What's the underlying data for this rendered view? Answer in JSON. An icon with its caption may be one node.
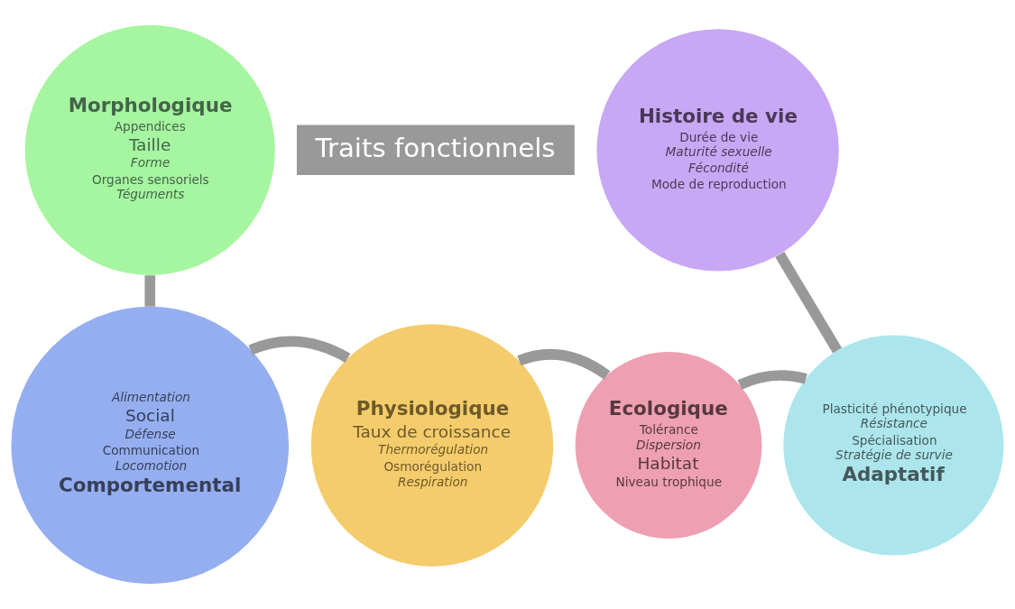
{
  "diagram": {
    "nodes": [
      {
        "text": [
          "Traits fonctionnels"
        ]
      },
      {
        "text": [
          "Morphologique",
          "Appendices",
          "Taille",
          "Forme",
          "Organes sensoriels",
          "Téguments"
        ]
      },
      {
        "text": [
          "Histoire de vie",
          "Durée de vie",
          "Maturité sexuelle",
          "Fécondité",
          "Mode de reproduction"
        ]
      },
      {
        "text": [
          "Physiologique",
          "Taux de croissance",
          "Thermorégulation",
          "Osmorégulation",
          "Respiration"
        ]
      },
      {
        "text": [
          "Alimentation",
          "Social",
          "Défense",
          "Communication",
          "Locomotion",
          "Comportemental"
        ]
      },
      {
        "text": [
          "Ecologique",
          "Tolérance",
          "Dispersion",
          "Habitat",
          "Niveau trophique"
        ]
      },
      {
        "text": [
          "Plasticité phénotypique",
          "Résistance",
          "Spécialisation",
          "Stratégie de survie",
          "Adaptatif"
        ]
      }
    ],
    "edges": [
      {
        "from": 1,
        "to": 4,
        "arrow": "none"
      },
      {
        "from": 4,
        "to": 3,
        "arrow": "none"
      },
      {
        "from": 3,
        "to": 5,
        "arrow": "none"
      },
      {
        "from": 5,
        "to": 6,
        "arrow": "none"
      },
      {
        "from": 6,
        "to": 2,
        "arrow": "none"
      }
    ]
  }
}
